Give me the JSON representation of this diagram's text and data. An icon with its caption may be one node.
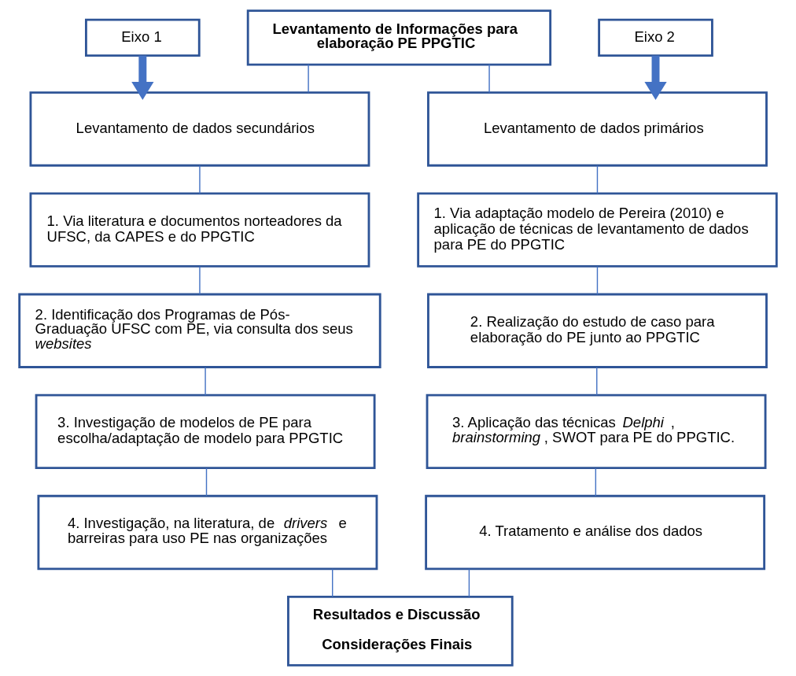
{
  "diagram": {
    "nodes": [
      {
        "text": [
          "Eixo 1"
        ]
      },
      {
        "text": [
          "Levantamento de Informações para elaboração PE PPGTIC"
        ]
      },
      {
        "text": [
          "Eixo 2"
        ]
      },
      {
        "text": [
          "Levantamento de dados secundários"
        ]
      },
      {
        "text": [
          "Levantamento de dados primários"
        ]
      },
      {
        "text": [
          "1. Via literatura e documentos norteadores da UFSC, da CAPES e do PPGTIC"
        ]
      },
      {
        "text": [
          "1. Via adaptação modelo de Pereira (2010) e aplicação de técnicas de levantamento de dados para PE do PPGTIC"
        ]
      },
      {
        "text": [
          "2. Identificação dos Programas de Pós-Graduação UFSC com PE, via consulta dos seus *websites*"
        ]
      },
      {
        "text": [
          "2. Realização do estudo de caso para elaboração do PE junto ao PPGTIC"
        ]
      },
      {
        "text": [
          "3. Investigação de modelos de PE para escolha/adaptação de modelo para PPGTIC"
        ]
      },
      {
        "text": [
          "3. Aplicação das técnicas *Delphi*, *brainstorming*, SWOT para PE do PPGTIC."
        ]
      },
      {
        "text": [
          "4. Investigação, na literatura, de *drivers* e barreiras para uso PE nas organizações"
        ]
      },
      {
        "text": [
          "4. Tratamento e análise dos dados"
        ]
      },
      {
        "text": [
          "Resultados e Discussão",
          "Considerações Finais"
        ]
      }
    ],
    "edges": [
      {
        "from": 0,
        "to": 3,
        "arrow": "to",
        "style": "thick"
      },
      {
        "from": 2,
        "to": 4,
        "arrow": "to",
        "style": "thick"
      },
      {
        "from": 1,
        "to": 3,
        "arrow": "none"
      },
      {
        "from": 1,
        "to": 4,
        "arrow": "none"
      },
      {
        "from": 3,
        "to": 5,
        "arrow": "none"
      },
      {
        "from": 5,
        "to": 7,
        "arrow": "none"
      },
      {
        "from": 7,
        "to": 9,
        "arrow": "none"
      },
      {
        "from": 9,
        "to": 11,
        "arrow": "none"
      },
      {
        "from": 4,
        "to": 6,
        "arrow": "none"
      },
      {
        "from": 6,
        "to": 8,
        "arrow": "none"
      },
      {
        "from": 8,
        "to": 10,
        "arrow": "none"
      },
      {
        "from": 10,
        "to": 12,
        "arrow": "none"
      },
      {
        "from": 11,
        "to": 13,
        "arrow": "none"
      },
      {
        "from": 12,
        "to": 13,
        "arrow": "none"
      }
    ]
  }
}
